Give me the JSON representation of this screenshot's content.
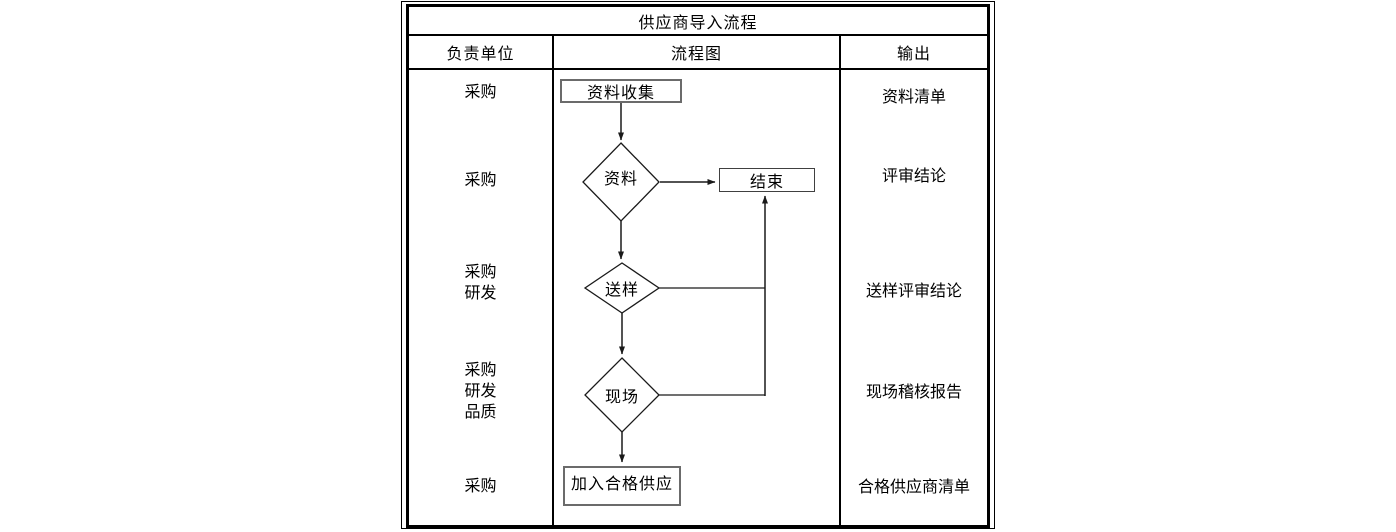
{
  "title": "供应商导入流程",
  "columns": {
    "responsible": "负责单位",
    "flowchart": "流程图",
    "output": "输出"
  },
  "rows": [
    {
      "responsible": [
        "采购"
      ],
      "output": "资料清单"
    },
    {
      "responsible": [
        "采购"
      ],
      "output": "评审结论"
    },
    {
      "responsible": [
        "采购",
        "研发"
      ],
      "output": "送样评审结论"
    },
    {
      "responsible": [
        "采购",
        "研发",
        "品质"
      ],
      "output": "现场稽核报告"
    },
    {
      "responsible": [
        "采购"
      ],
      "output": "合格供应商清单"
    }
  ],
  "nodes": {
    "collect": "资料收集",
    "material_decision": "资料",
    "end": "结束",
    "sample_decision": "送样",
    "onsite_decision": "现场",
    "join": "加入合格供应"
  },
  "colors": {
    "table_border": "#000000",
    "flow_line": "#1a1a1a",
    "process_box_border": "#6b6b6b",
    "end_box_border": "#404040",
    "background": "#ffffff"
  }
}
